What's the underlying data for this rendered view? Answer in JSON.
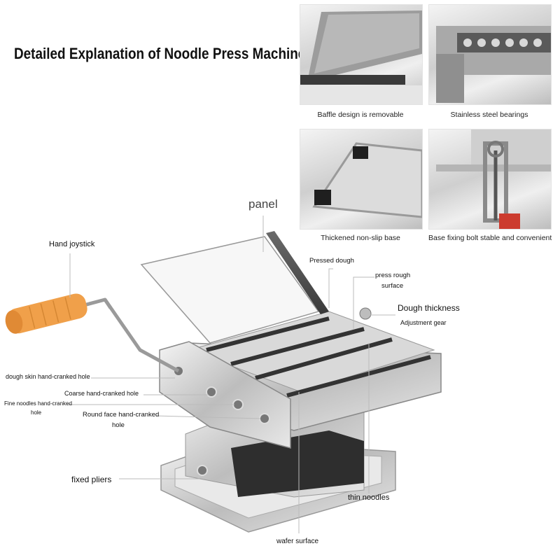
{
  "title": "Detailed Explanation of Noodle Press Machine",
  "insets": [
    {
      "caption": "Baffle design is removable"
    },
    {
      "caption": "Stainless steel bearings"
    },
    {
      "caption": "Thickened non-slip base"
    },
    {
      "caption": "Base fixing bolt stable and convenient"
    }
  ],
  "labels": {
    "panel": "panel",
    "hand_joystick": "Hand joystick",
    "pressed_dough": "Pressed dough",
    "press_rough_1": "press rough",
    "press_rough_2": "surface",
    "dough_thickness": "Dough thickness",
    "adjustment_gear": "Adjustment gear",
    "dough_skin_hole": "dough skin hand-cranked hole",
    "coarse_hole": "Coarse hand-cranked hole",
    "fine_hole_1": "Fine noodles hand-cranked",
    "fine_hole_2": "hole",
    "round_face_1": "Round face hand-cranked",
    "round_face_2": "hole",
    "fixed_pliers": "fixed pliers",
    "thin_noodles": "thin noodles",
    "wafer_surface": "wafer surface"
  },
  "colors": {
    "handle": "#f0a04a",
    "steel": "#c9c9c9",
    "line": "#bbbbbb"
  }
}
